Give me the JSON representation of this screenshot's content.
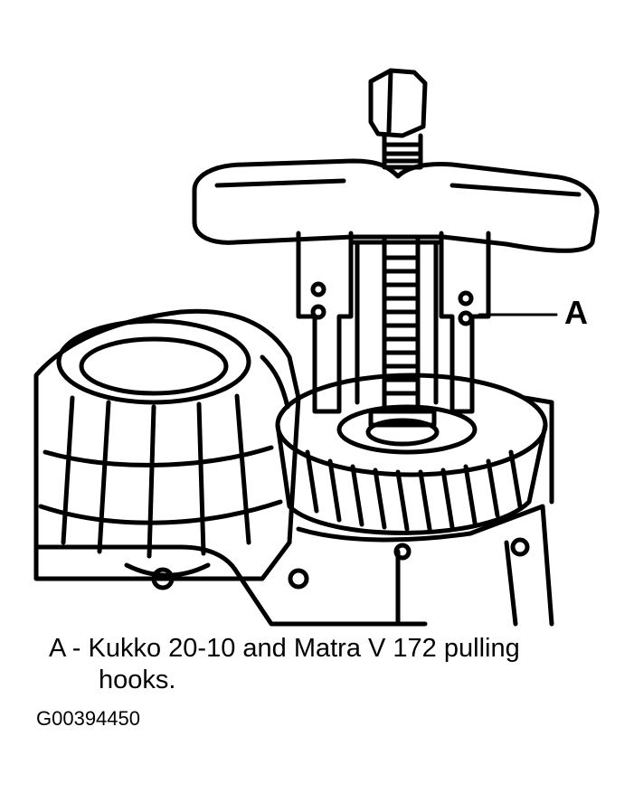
{
  "figure": {
    "callout_label": "A",
    "caption_line1": "A - Kukko 20-10 and Matra V 172 pulling",
    "caption_line2": "hooks.",
    "figure_code": "G00394450"
  },
  "colors": {
    "ink": "#000000",
    "paper": "#ffffff"
  }
}
